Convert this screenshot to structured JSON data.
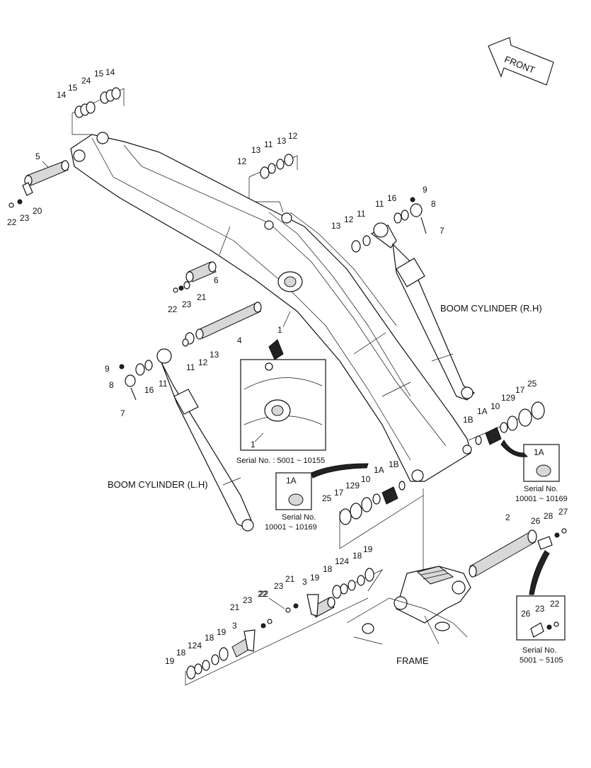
{
  "front_label": "FRONT",
  "labels": {
    "boom_cyl_rh": "BOOM CYLINDER (R.H)",
    "boom_cyl_lh": "BOOM CYLINDER (L.H)",
    "frame": "FRAME"
  },
  "insets": {
    "serial_main": "Serial No. : 5001 ~ 10155",
    "serial_1a_left_line1": "Serial No.",
    "serial_1a_left_line2": "10001 ~ 10169",
    "serial_1a_right_line1": "Serial No.",
    "serial_1a_right_line2": "10001 ~ 10169",
    "serial_pin_line1": "Serial No.",
    "serial_pin_line2": "5001 ~ 5105",
    "box_1a_left": "1A",
    "box_1a_right": "1A",
    "inset_part_1": "1",
    "pin_box_26": "26",
    "pin_box_23": "23",
    "pin_box_22": "22"
  },
  "callouts": {
    "top_left": [
      "14",
      "15",
      "24",
      "15",
      "14"
    ],
    "top_mid": [
      "13",
      "11",
      "13",
      "12",
      "12"
    ],
    "pin5": [
      "5",
      "20",
      "23",
      "22"
    ],
    "rh_side": [
      "13",
      "12",
      "11",
      "11",
      "16",
      "9",
      "8",
      "7"
    ],
    "pin6": [
      "6",
      "21",
      "23",
      "22"
    ],
    "pin4": [
      "4",
      "11",
      "12",
      "13",
      "1"
    ],
    "lh_side": [
      "9",
      "8",
      "16",
      "11",
      "7"
    ],
    "right_stack": [
      "1B",
      "1A",
      "10",
      "129",
      "17",
      "25"
    ],
    "left_stack": [
      "25",
      "17",
      "129",
      "10",
      "1A",
      "1B"
    ],
    "pin2": [
      "2",
      "26",
      "27",
      "28"
    ],
    "frame_right": [
      "19",
      "18",
      "124",
      "18",
      "19"
    ],
    "frame_mid": [
      "3",
      "21",
      "23",
      "22"
    ],
    "frame_left": [
      "21",
      "23",
      "22",
      "3",
      "19",
      "18",
      "124",
      "18",
      "19"
    ]
  }
}
